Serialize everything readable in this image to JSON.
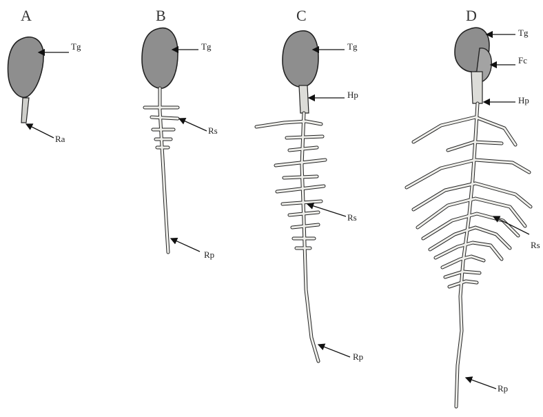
{
  "panels": [
    {
      "letter": "A",
      "labels": [
        "Tg",
        "Ra"
      ]
    },
    {
      "letter": "B",
      "labels": [
        "Tg",
        "Rs",
        "Rp"
      ]
    },
    {
      "letter": "C",
      "labels": [
        "Tg",
        "Hp",
        "Rs",
        "Rp"
      ]
    },
    {
      "letter": "D",
      "labels": [
        "Tg",
        "Fc",
        "Hp",
        "Rs",
        "Rp"
      ]
    }
  ],
  "colors": {
    "seed": "#8e8e8e",
    "root": "#eeeeea",
    "outline": "#222222"
  }
}
